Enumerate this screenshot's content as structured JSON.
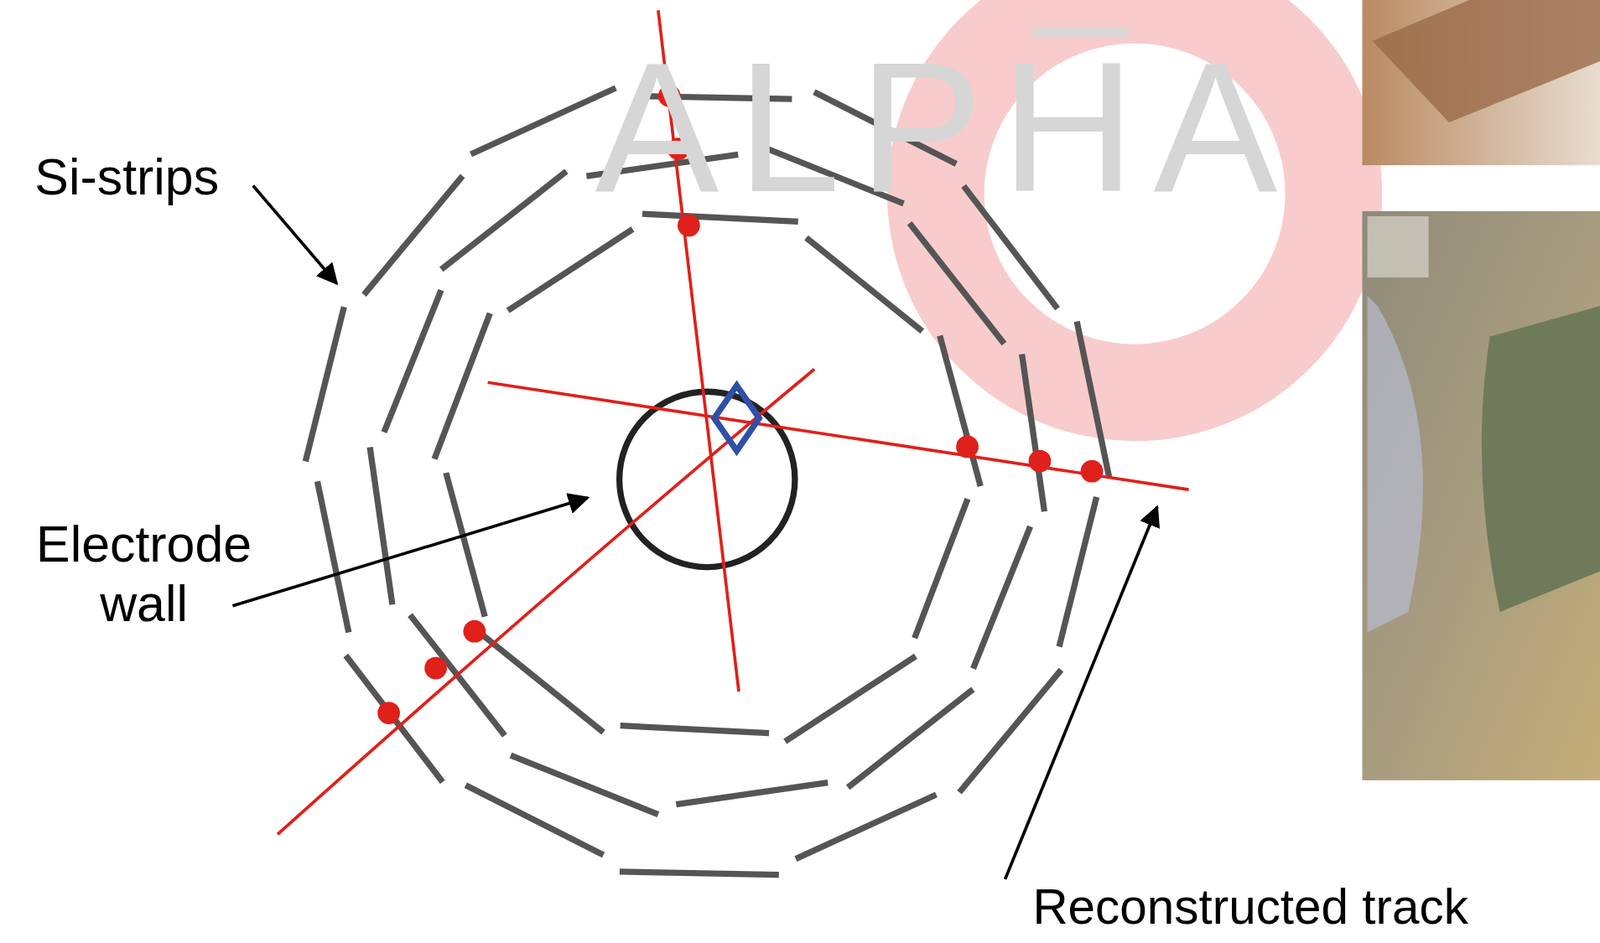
{
  "diagram": {
    "labels": [
      "ALPHA",
      "Si-strips",
      "Electrode wall",
      "Reconstructed track"
    ]
  }
}
